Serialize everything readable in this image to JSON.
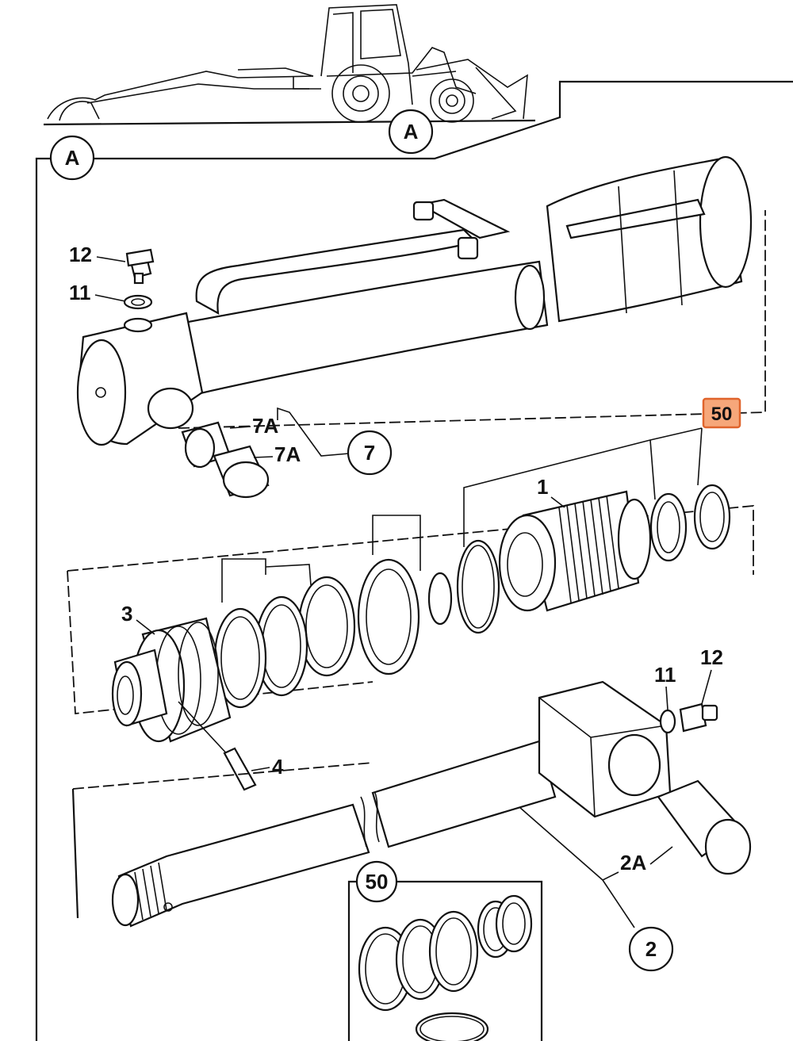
{
  "view_label": "A",
  "callouts": {
    "p12_top": "12",
    "p11_top": "11",
    "p7A_upper": "7A",
    "p7A_lower": "7A",
    "p7": "7",
    "p50_highlight": "50",
    "p1": "1",
    "p3": "3",
    "p4": "4",
    "p11_right": "11",
    "p12_right": "12",
    "p2A": "2A",
    "p2": "2",
    "p50_inset": "50"
  },
  "colors": {
    "line": "#111111",
    "highlight_fill": "#f6a77a",
    "highlight_border": "#e0642c",
    "background": "#ffffff"
  }
}
